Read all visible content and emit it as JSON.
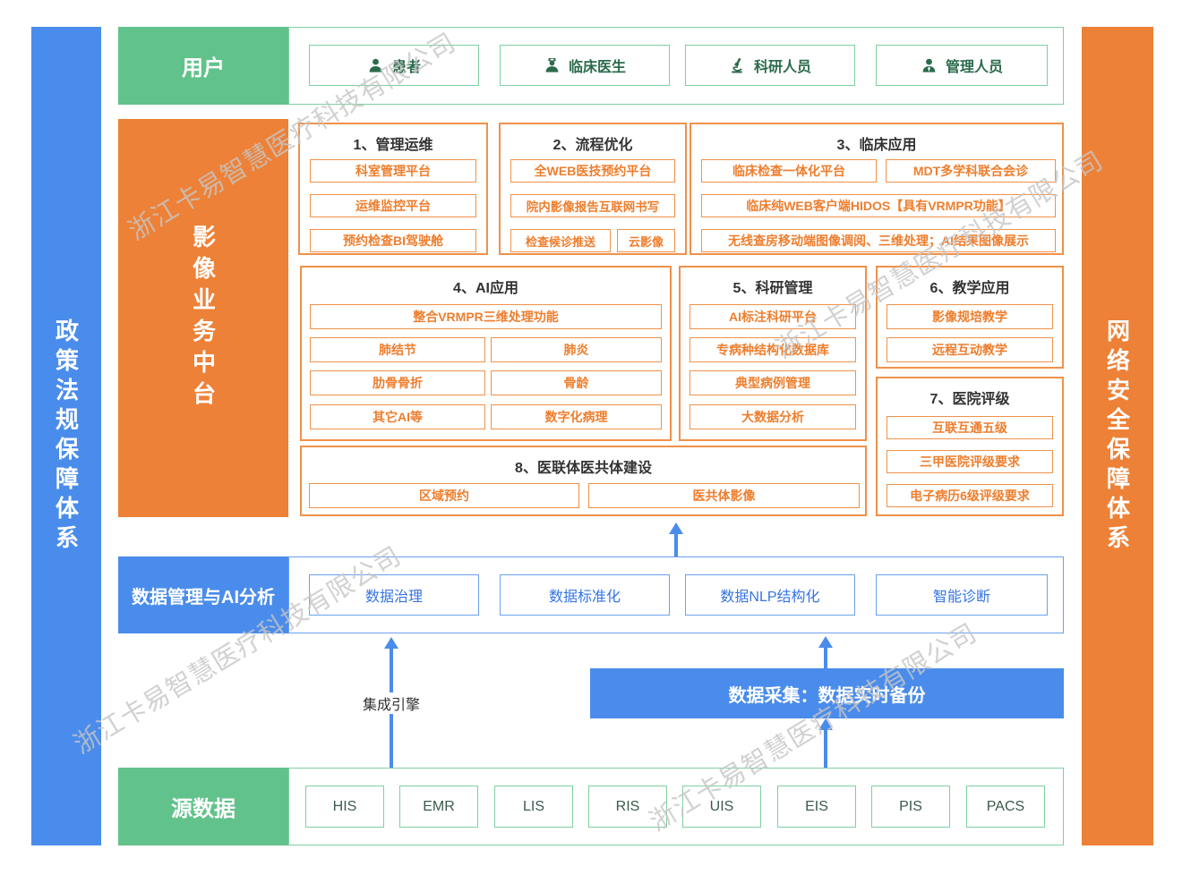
{
  "watermark": {
    "text": "浙江卡易智慧医疗科技有限公司"
  },
  "sidebars": {
    "left": {
      "label": "政策法规保障体系"
    },
    "right": {
      "label": "网络安全保障体系"
    }
  },
  "users": {
    "label": "用户",
    "items": [
      {
        "name": "患者",
        "icon": "patient-icon"
      },
      {
        "name": "临床医生",
        "icon": "doctor-icon"
      },
      {
        "name": "科研人员",
        "icon": "microscope-icon"
      },
      {
        "name": "管理人员",
        "icon": "manager-icon"
      }
    ]
  },
  "platform": {
    "label": "影像业务中台",
    "groups": [
      {
        "title": "1、管理运维",
        "items": [
          "科室管理平台",
          "运维监控平台",
          "预约检查BI驾驶舱"
        ]
      },
      {
        "title": "2、流程优化",
        "items": [
          "全WEB医技预约平台",
          "院内影像报告互联网书写",
          "检查候诊推送",
          "云影像"
        ]
      },
      {
        "title": "3、临床应用",
        "items": [
          "临床检查一体化平台",
          "MDT多学科联合会诊",
          "临床纯WEB客户端HIDOS【具有VRMPR功能】",
          "无线查房移动端图像调阅、三维处理；AI结果图像展示"
        ]
      },
      {
        "title": "4、AI应用",
        "items": [
          "整合VRMPR三维处理功能",
          "肺结节",
          "肺炎",
          "肋骨骨折",
          "骨龄",
          "其它AI等",
          "数字化病理"
        ]
      },
      {
        "title": "5、科研管理",
        "items": [
          "AI标注科研平台",
          "专病种结构化数据库",
          "典型病例管理",
          "大数据分析"
        ]
      },
      {
        "title": "6、教学应用",
        "items": [
          "影像规培教学",
          "远程互动教学"
        ]
      },
      {
        "title": "7、医院评级",
        "items": [
          "互联互通五级",
          "三甲医院评级要求",
          "电子病历6级评级要求"
        ]
      },
      {
        "title": "8、医联体医共体建设",
        "items": [
          "区域预约",
          "医共体影像"
        ]
      }
    ]
  },
  "data_mgmt": {
    "label": "数据管理与AI分析",
    "items": [
      "数据治理",
      "数据标准化",
      "数据NLP结构化",
      "智能诊断"
    ]
  },
  "integration": {
    "engine_label": "集成引擎"
  },
  "data_collection": {
    "label": "数据采集：数据实时备份"
  },
  "source_data": {
    "label": "源数据",
    "systems": [
      "HIS",
      "EMR",
      "LIS",
      "RIS",
      "UIS",
      "EIS",
      "PIS",
      "PACS"
    ]
  },
  "colors": {
    "green": "#62c28b",
    "orange": "#ed8137",
    "blue": "#4a8ceb",
    "orange_text": "#ee7e2d",
    "blue_text": "#3574e3",
    "green_text": "#2b6b4b",
    "watermark_gray": "#c5c5c5"
  }
}
